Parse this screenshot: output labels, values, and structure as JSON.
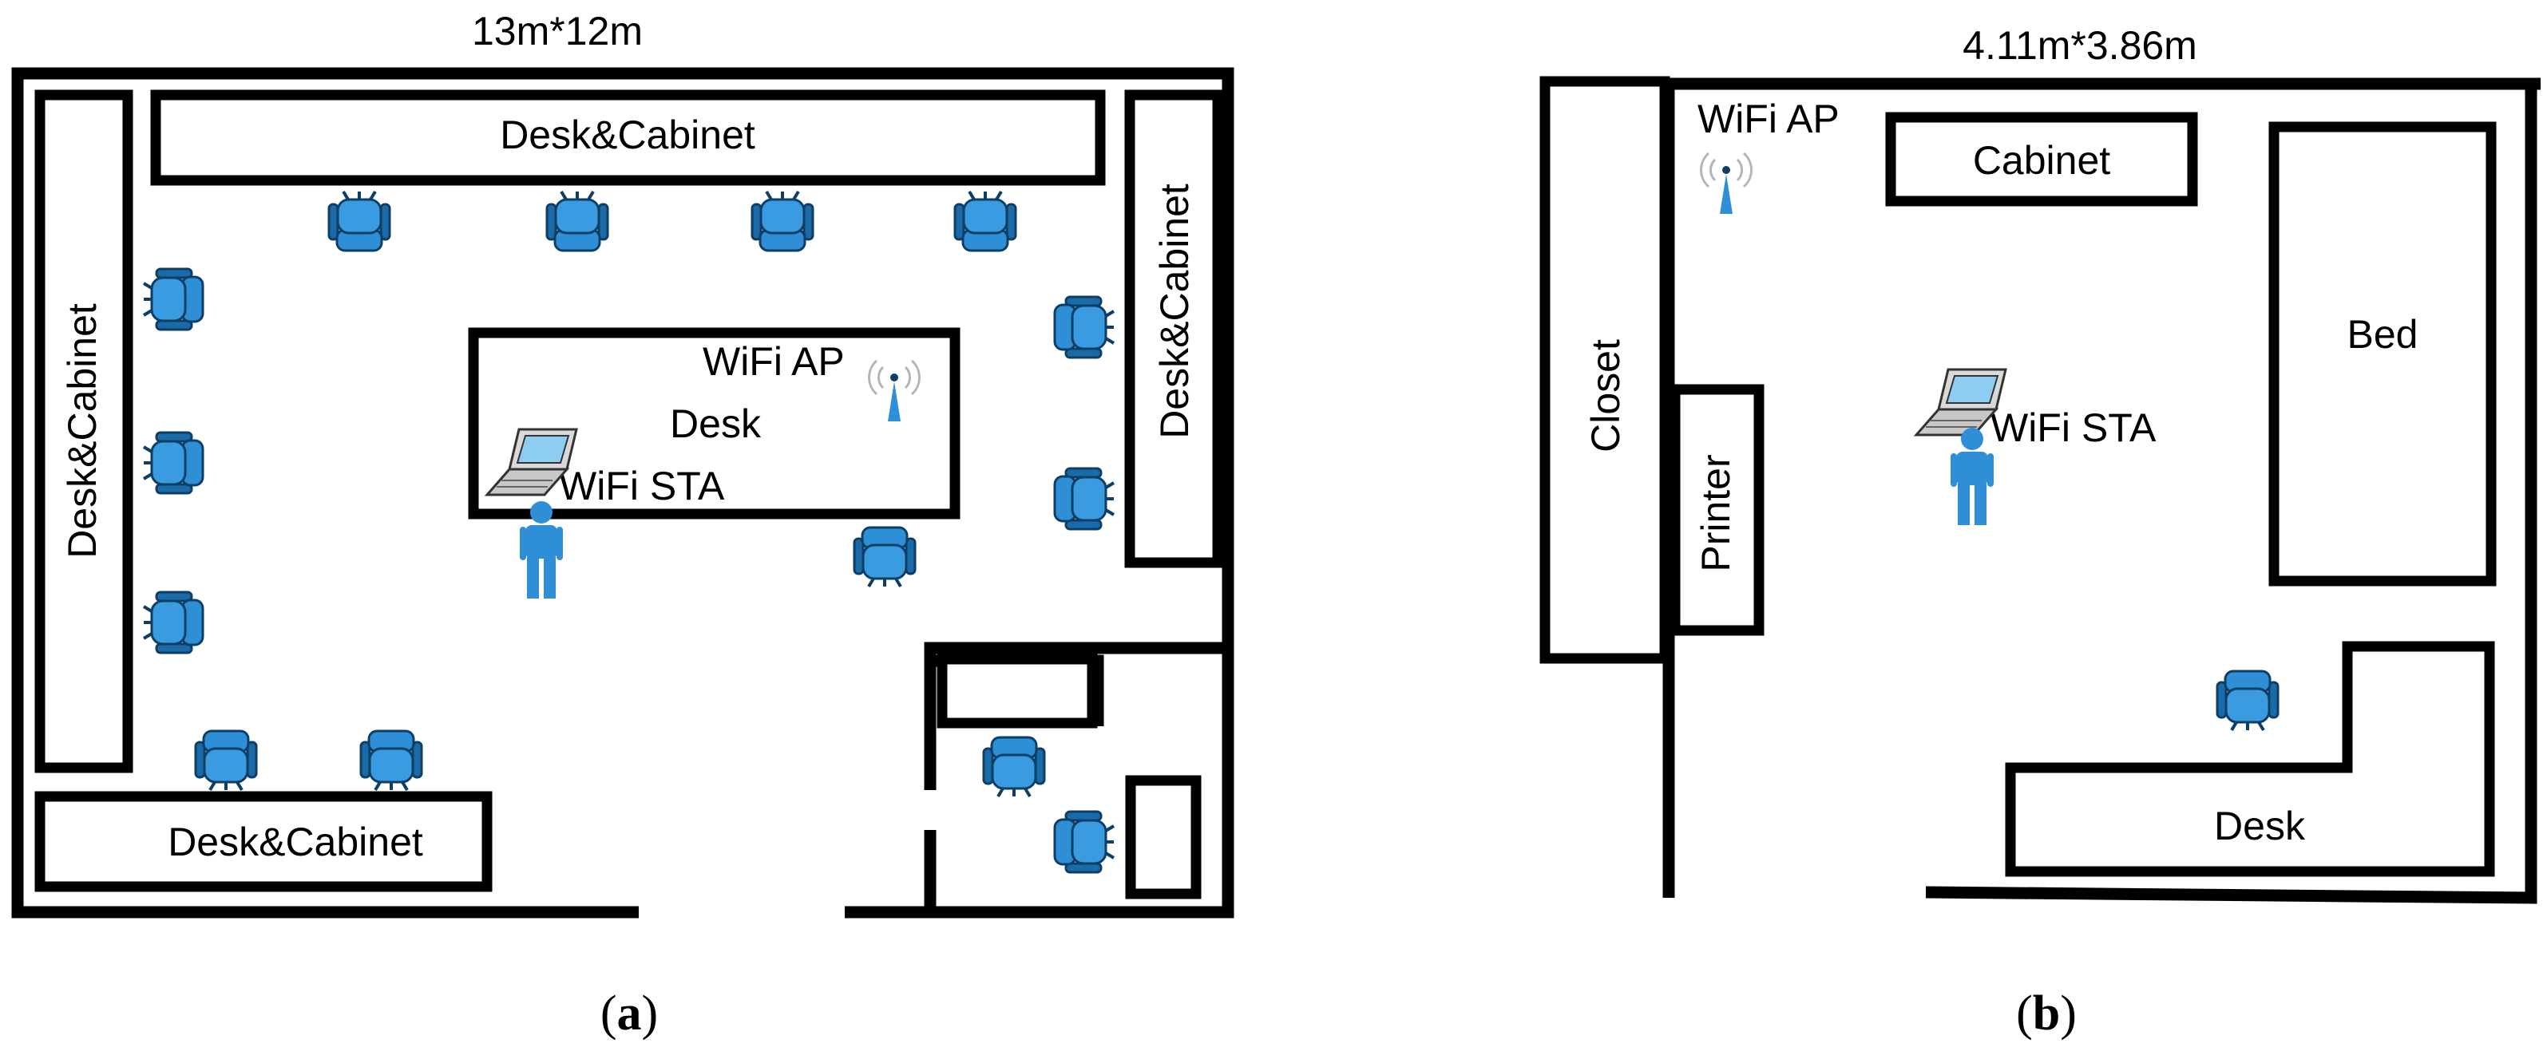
{
  "colors": {
    "icon": "#2e8fd6",
    "icon_dark": "#1b6aa8",
    "stroke": "#000000",
    "antenna": "#2e8fd6",
    "signal": "#b5b5b5"
  },
  "icons": {
    "chair": "office-chair-icon",
    "person": "person-icon",
    "laptop": "laptop-icon",
    "antenna": "wifi-antenna-icon"
  },
  "panel_a": {
    "dimensions": "13m*12m",
    "labels": {
      "top_desk": "Desk&Cabinet",
      "left_desk": "Desk&Cabinet",
      "right_desk": "Desk&Cabinet",
      "bottom_desk": "Desk&Cabinet",
      "center_desk": "Desk",
      "ap": "WiFi AP",
      "sta": "WiFi STA"
    },
    "caption": {
      "open": "(",
      "letter": "a",
      "close": ")"
    }
  },
  "panel_b": {
    "dimensions": "4.11m*3.86m",
    "labels": {
      "ap": "WiFi AP",
      "cabinet": "Cabinet",
      "closet": "Closet",
      "printer": "Printer",
      "bed": "Bed",
      "sta": "WiFi STA",
      "desk": "Desk"
    },
    "caption": {
      "open": "(",
      "letter": "b",
      "close": ")"
    }
  }
}
